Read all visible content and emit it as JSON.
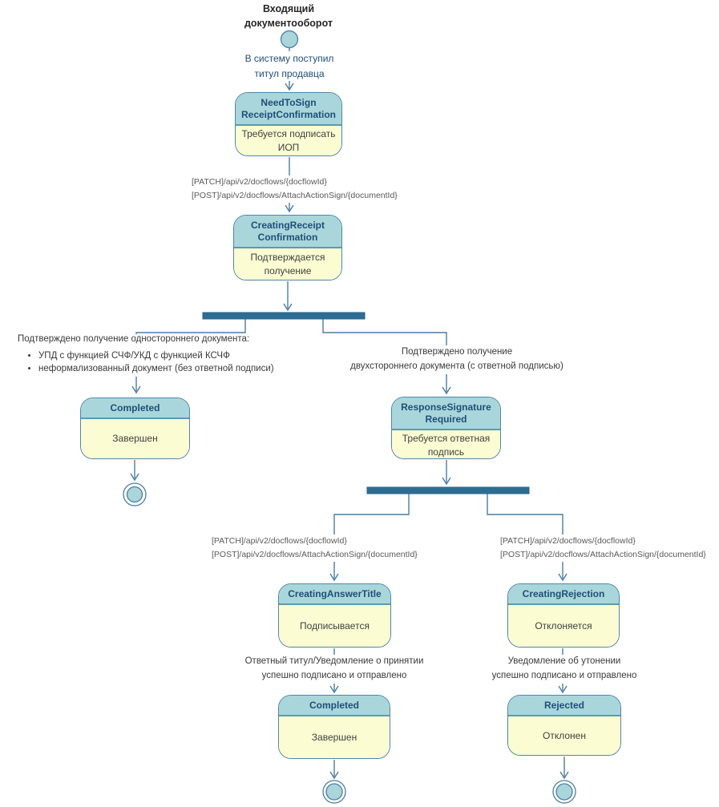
{
  "diagram_title": "Входящий\nдокументооборот",
  "transitions": {
    "start_label": "В систему поступил\nтитул продавца",
    "api_patch_post": "[PATCH]/api/v2/docflows/{docflowId}\n[POST]/api/v2/docflows/AttachActionSign/{documentId}",
    "two_sided_label": "Подтверждено получение\nдвухстороннего документа (с ответной подписью)",
    "answer_sent_label": "Ответный титул/Уведомление о принятии\nуспешно подписано и отправлено",
    "rejection_sent_label": "Уведомление об утонении\nуспешно подписано и отправлено"
  },
  "branch_one_sided": {
    "heading": "Подтверждено получение одностороннего документа:",
    "bullets": [
      "УПД с функцией СЧФ/УКД с функцией КСЧФ",
      "неформализованный документ (без ответной подписи)"
    ]
  },
  "states": {
    "need_to_sign": {
      "title": "NeedToSign\nReceiptConfirmation",
      "desc": "Требуется подписать\nИОП"
    },
    "creating_receipt": {
      "title": "CreatingReceipt\nConfirmation",
      "desc": "Подтверждается\nполучение"
    },
    "completed_left": {
      "title": "Completed",
      "desc": "Завершен"
    },
    "response_signature": {
      "title": "ResponseSignature\nRequired",
      "desc": "Требуется ответная\nподпись"
    },
    "creating_answer": {
      "title": "CreatingAnswerTitle",
      "desc": "Подписывается"
    },
    "creating_rejection": {
      "title": "CreatingRejection",
      "desc": "Отклоняется"
    },
    "completed_bottom": {
      "title": "Completed",
      "desc": "Завершен"
    },
    "rejected": {
      "title": "Rejected",
      "desc": "Отклонен"
    }
  },
  "colors": {
    "state_header_fill": "#a9d6da",
    "state_body_fill": "#fcfcd2",
    "state_border": "#4e86ad",
    "header_text": "#1f4e79",
    "connector": "#4a7da5",
    "fork_bar": "#2e6d93",
    "label_gray": "#595959",
    "label_black": "#3a3a3a"
  }
}
